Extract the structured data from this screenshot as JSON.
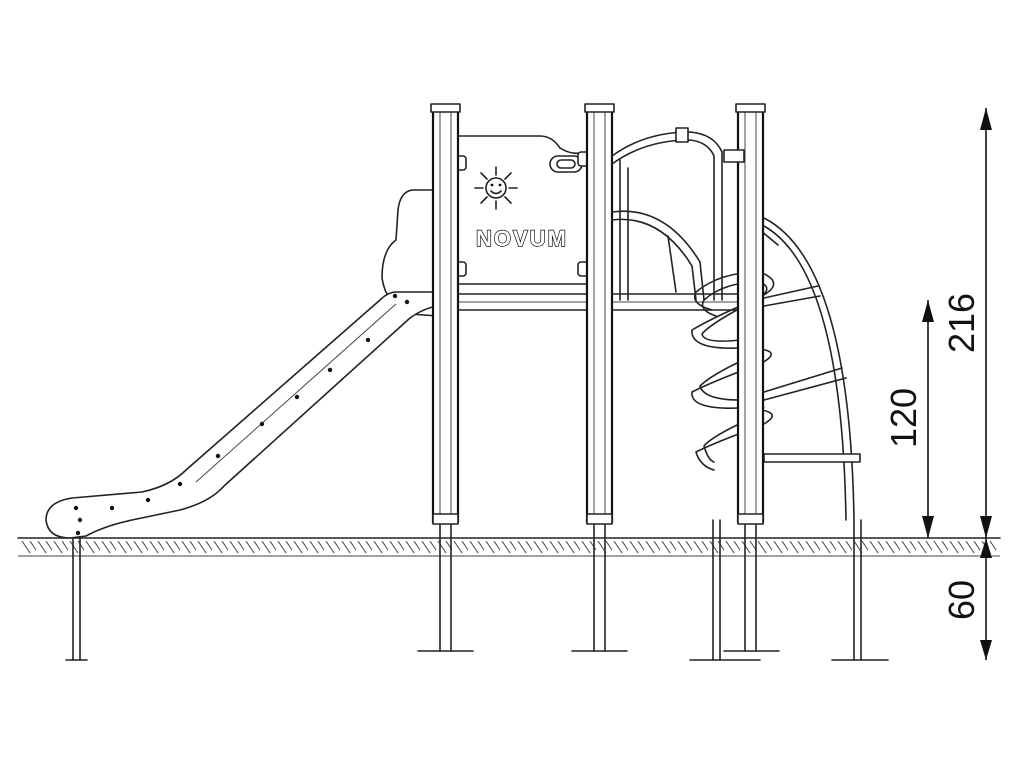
{
  "panel": {
    "brand_text": "NOVUM",
    "logo_icon": "sun-face-icon"
  },
  "dimensions": {
    "total_height": "216",
    "platform_height": "120",
    "foundation_depth": "60"
  },
  "colors": {
    "line": "#222222",
    "background": "#ffffff"
  }
}
